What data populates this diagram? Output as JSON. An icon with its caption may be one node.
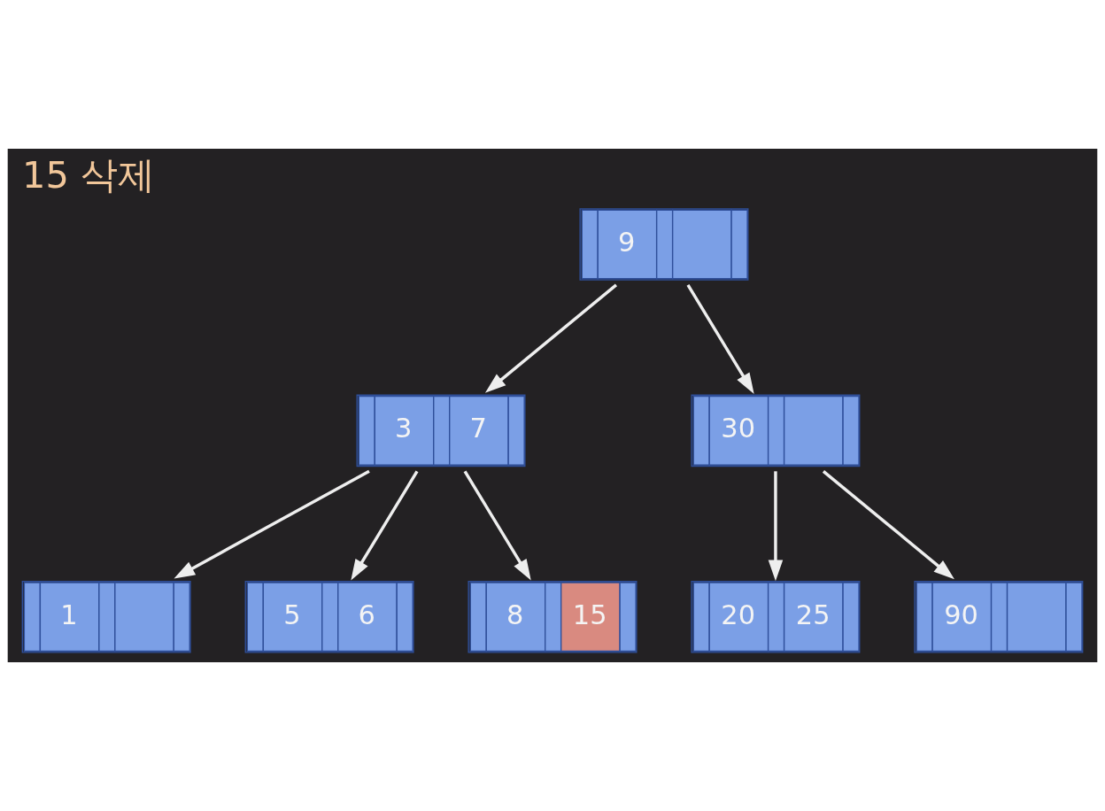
{
  "diagram": {
    "title": "15 삭제",
    "nodes": [
      {
        "text": [
          "9"
        ]
      },
      {
        "text": [
          "3",
          "7"
        ]
      },
      {
        "text": [
          "30"
        ]
      },
      {
        "text": [
          "1"
        ]
      },
      {
        "text": [
          "5",
          "6"
        ]
      },
      {
        "text": [
          "8",
          "15"
        ]
      },
      {
        "text": [
          "20",
          "25"
        ]
      },
      {
        "text": [
          "90"
        ]
      }
    ],
    "edges": [
      {
        "from": 0,
        "to": 1,
        "arrow": "to"
      },
      {
        "from": 0,
        "to": 2,
        "arrow": "to"
      },
      {
        "from": 1,
        "to": 3,
        "arrow": "to"
      },
      {
        "from": 1,
        "to": 4,
        "arrow": "to"
      },
      {
        "from": 1,
        "to": 5,
        "arrow": "to"
      },
      {
        "from": 2,
        "to": 6,
        "arrow": "to"
      },
      {
        "from": 2,
        "to": 7,
        "arrow": "to"
      }
    ]
  }
}
